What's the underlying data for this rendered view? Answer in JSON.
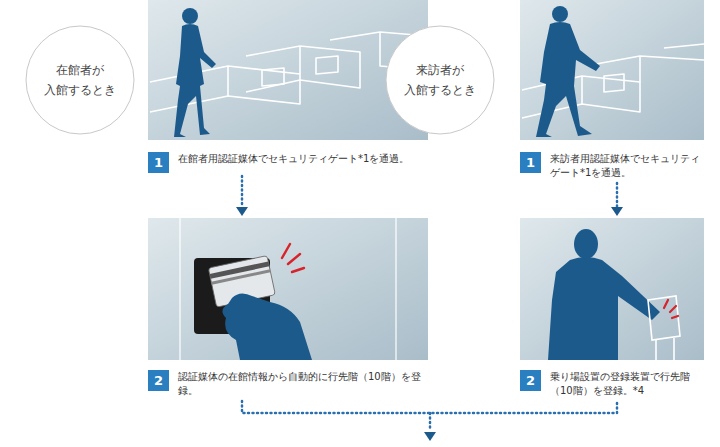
{
  "diagram": {
    "nodes": [
      {
        "text": [
          "在館者が 入館するとき"
        ]
      },
      {
        "text": [
          "1",
          "在館者用認証媒体でセキュリティゲート*1を通過。"
        ]
      },
      {
        "text": [
          "2",
          "認証媒体の在館情報から自動的に行先階（10階）を登録。"
        ]
      },
      {
        "text": [
          "来訪者が 入館するとき"
        ]
      },
      {
        "text": [
          "1",
          "来訪者用認証媒体でセキュリティゲート*1を通過。"
        ]
      },
      {
        "text": [
          "2",
          "乗り場設置の登録装置で行先階（10階）を登録。*4"
        ]
      }
    ],
    "edges": [
      {
        "from": 1,
        "to": 2,
        "arrow": "to"
      },
      {
        "from": 4,
        "to": 5,
        "arrow": "to"
      }
    ]
  }
}
